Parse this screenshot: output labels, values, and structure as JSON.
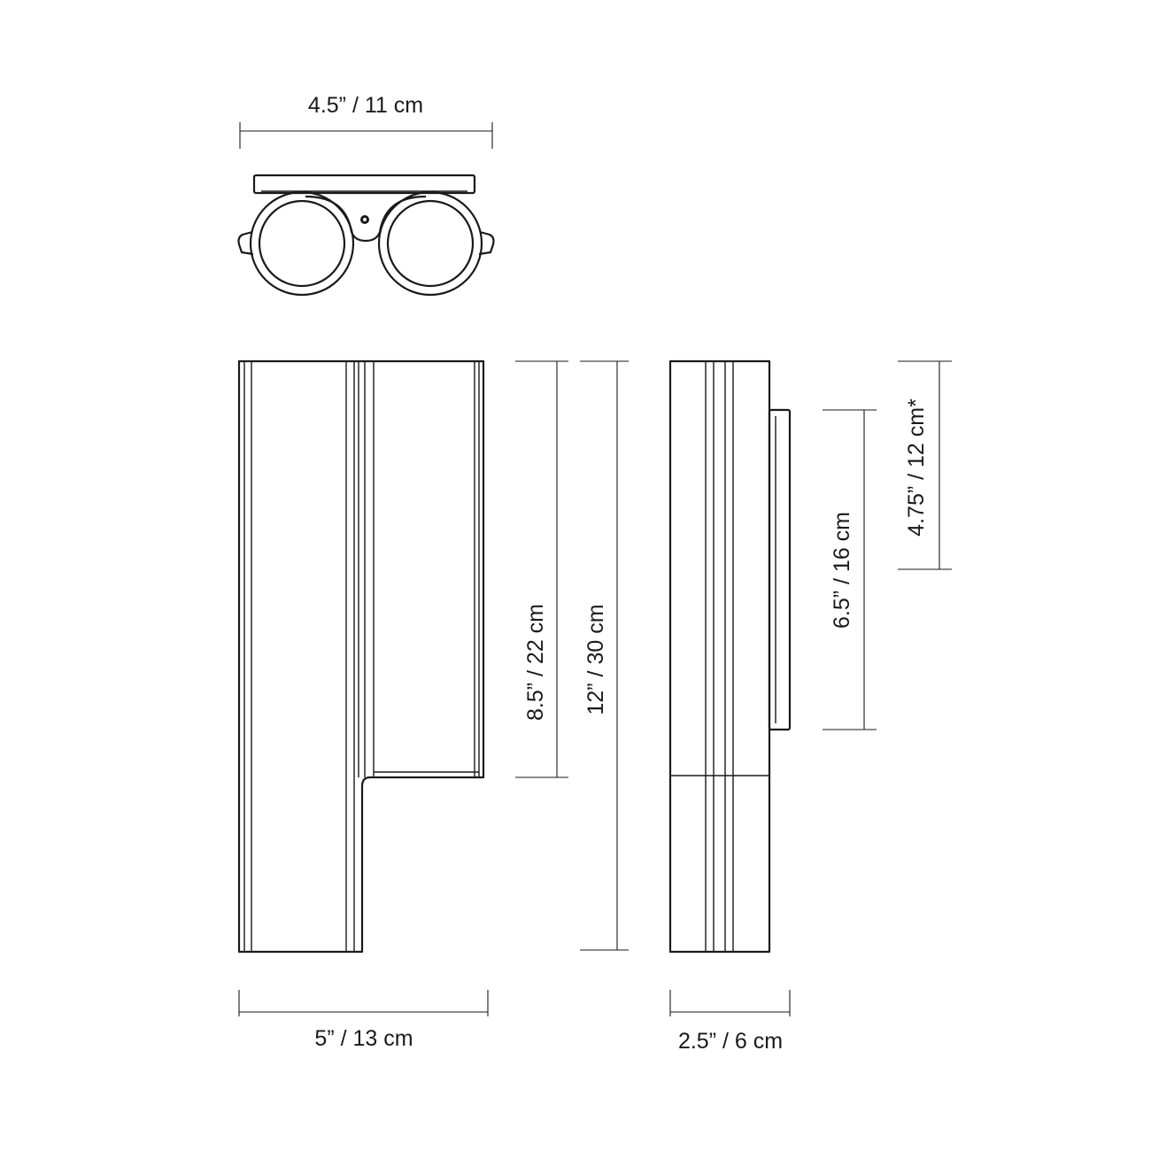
{
  "dimensions": {
    "top_width": "4.5” / 11 cm",
    "front_width": "5” / 13 cm",
    "side_width": "2.5” / 6 cm",
    "front_partial_height": "8.5” / 22 cm",
    "total_height": "12” / 30 cm",
    "light_height": "6.5” / 16 cm",
    "mount_height": "4.75” / 12 cm*"
  }
}
